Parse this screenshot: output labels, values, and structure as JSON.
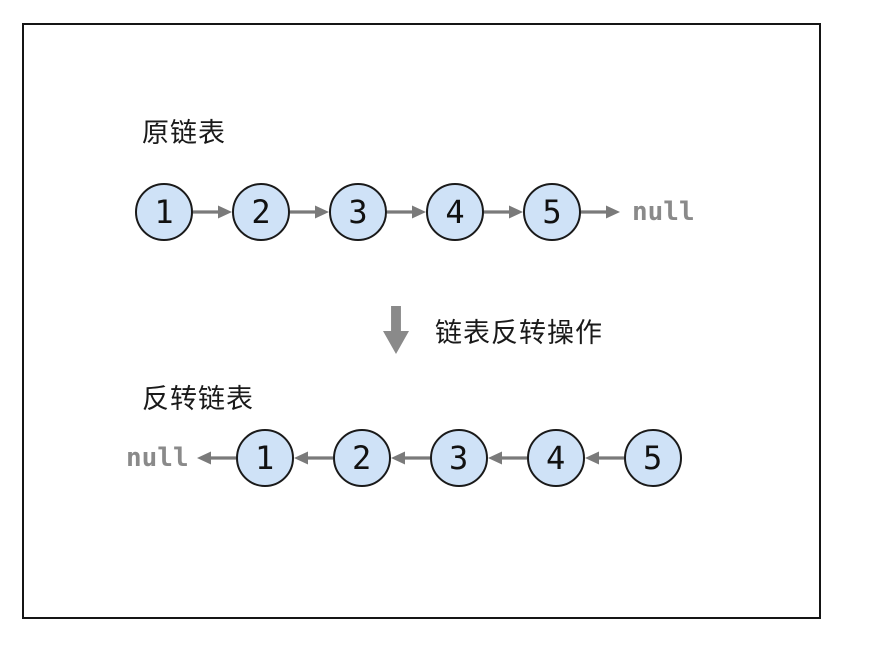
{
  "diagram": {
    "original_list": {
      "title": "原链表",
      "nodes": [
        "1",
        "2",
        "3",
        "4",
        "5"
      ],
      "terminal": "null",
      "direction": "right"
    },
    "operation": {
      "label": "链表反转操作",
      "arrow_icon": "down-arrow"
    },
    "reversed_list": {
      "title": "反转链表",
      "nodes": [
        "1",
        "2",
        "3",
        "4",
        "5"
      ],
      "terminal": "null",
      "direction": "left"
    },
    "colors": {
      "node_fill": "#cfe2f7",
      "node_border": "#1a1a1a",
      "arrow_gray": "#7a7a7a",
      "null_text": "#8a8a8a",
      "frame_border": "#151515"
    }
  }
}
